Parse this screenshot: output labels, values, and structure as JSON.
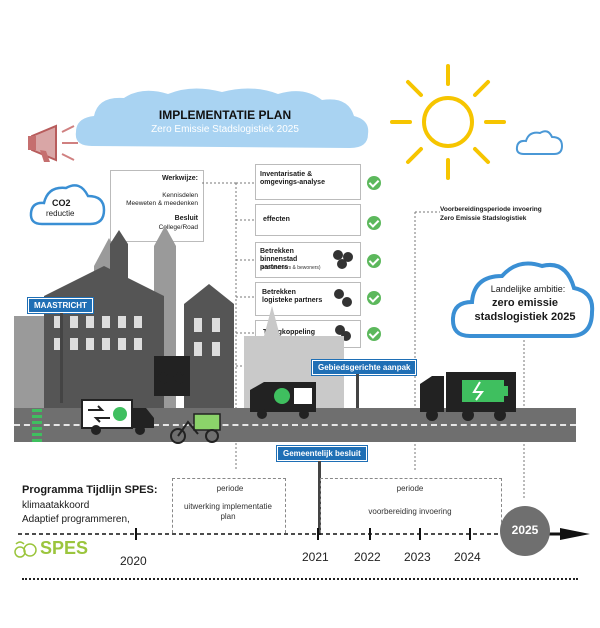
{
  "plan": {
    "title": "IMPLEMENTATIE PLAN",
    "subtitle": "Zero Emissie Stadslogistiek 2025"
  },
  "co2": {
    "line1": "CO2",
    "line2": "reductie"
  },
  "werkwijze": {
    "heading": "Werkwijze:",
    "items": [
      "Kennisdelen",
      "Meeweten & meedenken"
    ],
    "besluit_heading": "Besluit",
    "besluit_value": "College/Road"
  },
  "steps": [
    {
      "label": "Inventarisatie & omgevings-analyse",
      "sub": ""
    },
    {
      "label": "effecten",
      "sub": ""
    },
    {
      "label": "Betrekken binnenstad partners",
      "sub": "(ondernemers & bewoners)"
    },
    {
      "label": "Betrekken logisteke partners",
      "sub": ""
    },
    {
      "label": "Terugkoppeling",
      "sub": ""
    }
  ],
  "voorbereiding_note": {
    "line1": "Voorbereidingsperiode invoering",
    "line2": "Zero Emissie Stadslogistiek"
  },
  "ambitie": {
    "line1": "Landelijke ambitie:",
    "line2": "zero emissie",
    "line3": "stadslogistiek 2025"
  },
  "signs": {
    "city": "MAASTRICHT",
    "gebied": "Gebiedsgerichte aanpak",
    "besluit": "Gemeentelijk besluit"
  },
  "program": {
    "title": "Programma Tijdlijn SPES:",
    "line1": "klimaatakkoord",
    "line2": "Adaptief programmeren,"
  },
  "periods": [
    {
      "title": "periode",
      "desc1": "uitwerking implementatie",
      "desc2": "plan"
    },
    {
      "title": "periode",
      "desc1": "voorbereiding invoering",
      "desc2": ""
    }
  ],
  "logo": "SPES",
  "years": [
    "2020",
    "2021",
    "2022",
    "2023",
    "2024"
  ],
  "final_year": "2025",
  "colors": {
    "sign_blue": "#1f6fb5",
    "check_green": "#5cb85c",
    "sun": "#f6c500",
    "road": "#6f6f6f",
    "cloud_blue": "#a9d3f2",
    "spes_green": "#9bc53d"
  }
}
